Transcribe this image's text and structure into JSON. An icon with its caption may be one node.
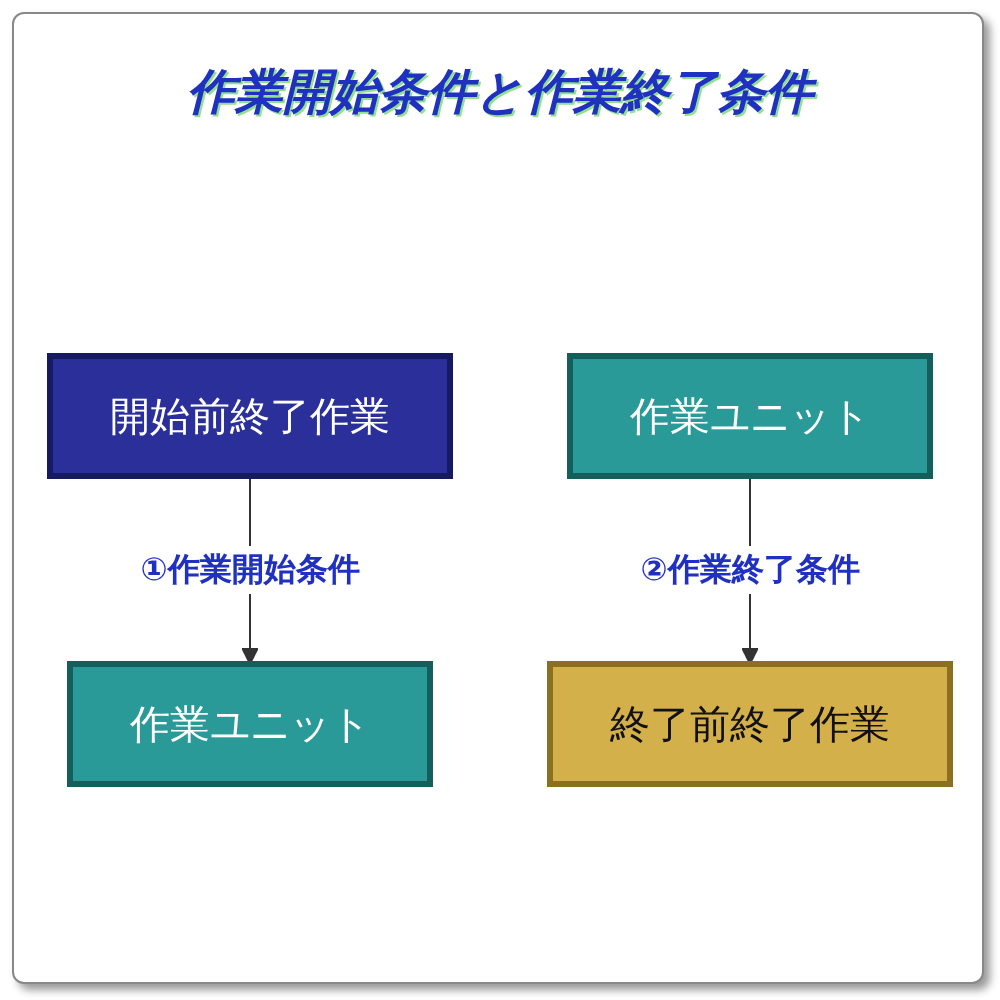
{
  "diagram": {
    "title": "作業開始条件と作業終了条件",
    "nodes": [
      {
        "text": [
          "開始前終了作業"
        ]
      },
      {
        "text": [
          "作業ユニット"
        ]
      },
      {
        "text": [
          "終了前終了作業"
        ]
      },
      {
        "text": [
          "作業ユニット"
        ]
      }
    ],
    "edges": [
      {
        "from": 0,
        "to": 1,
        "arrow": "to",
        "label": "①作業開始条件"
      },
      {
        "from": 3,
        "to": 2,
        "arrow": "to",
        "label": "②作業終了条件"
      }
    ]
  }
}
